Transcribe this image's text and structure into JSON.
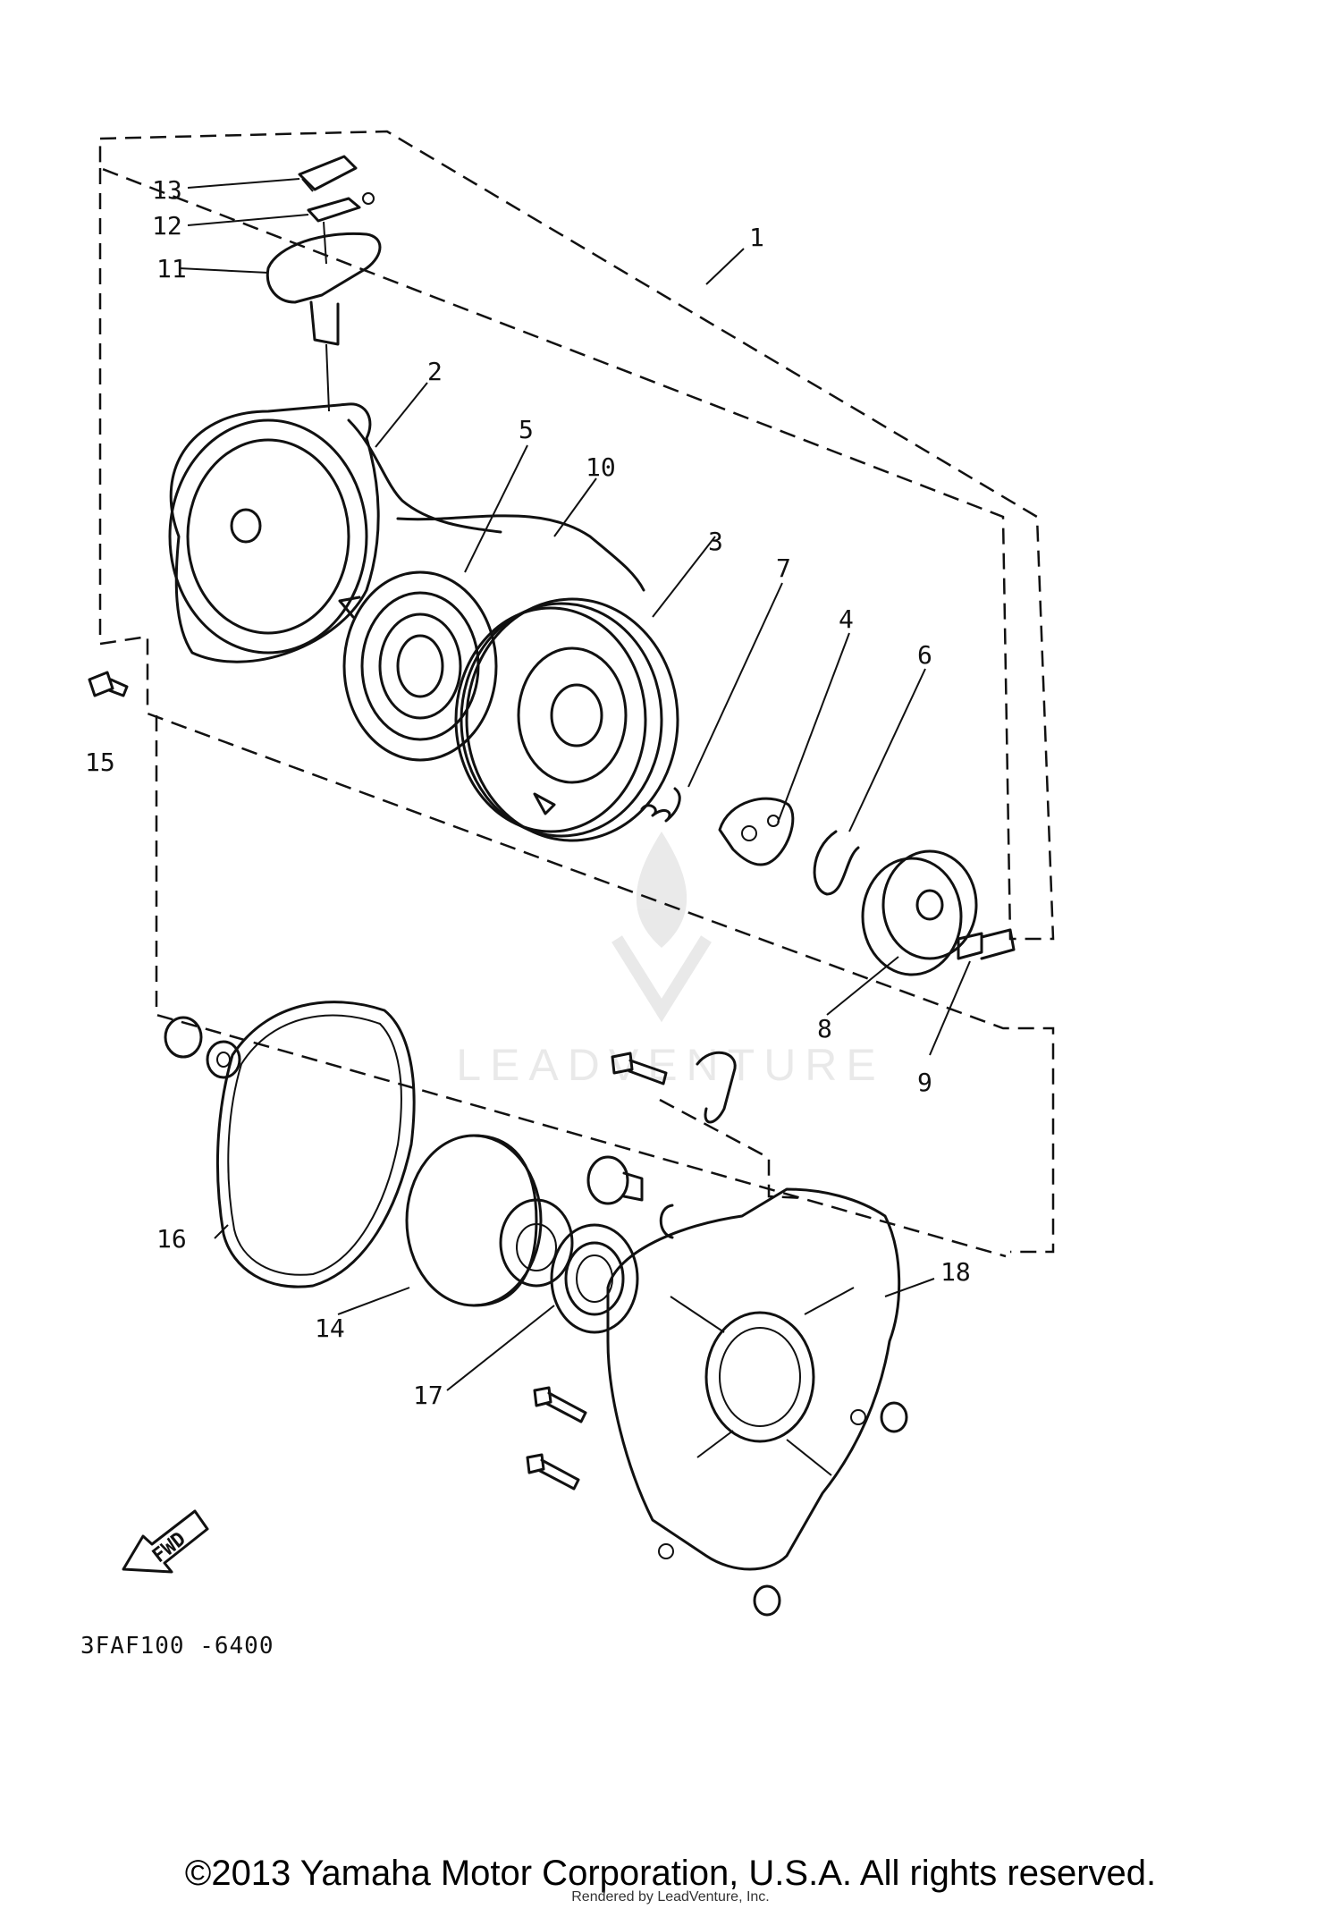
{
  "diagram": {
    "callouts": [
      "1",
      "2",
      "3",
      "4",
      "5",
      "6",
      "7",
      "8",
      "9",
      "10",
      "11",
      "12",
      "13",
      "14",
      "15",
      "16",
      "17",
      "18"
    ],
    "code": "3FAF100 -6400",
    "fwd_label": "FWD",
    "watermark": "LEADVENTURE"
  },
  "footer": {
    "copyright": "©2013 Yamaha Motor Corporation, U.S.A. All rights reserved.",
    "rendered_by": "Rendered by LeadVenture, Inc."
  }
}
